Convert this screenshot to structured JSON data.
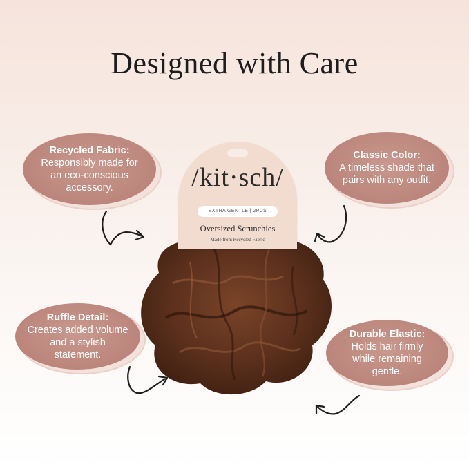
{
  "headline": "Designed with Care",
  "callouts": {
    "recycled": {
      "title": "Recycled Fabric:",
      "lines": [
        "Responsibly made for",
        "an eco-conscious",
        "accessory."
      ]
    },
    "color": {
      "title": "Classic Color:",
      "lines": [
        "A timeless shade that",
        "pairs with any outfit."
      ]
    },
    "ruffle": {
      "title": "Ruffle Detail:",
      "lines": [
        "Creates added volume",
        "and a stylish",
        "statement."
      ]
    },
    "elastic": {
      "title": "Durable Elastic:",
      "lines": [
        "Holds hair firmly",
        "while remaining",
        "gentle."
      ]
    }
  },
  "card": {
    "brand": "/kit·sch/",
    "tag": "EXTRA GENTLE | 2PCS",
    "product": "Oversized Scrunchies",
    "subtitle": "Made from Recycled Fabric"
  },
  "colors": {
    "bubble": "#bb857b",
    "card": "#f2dcd0",
    "scrunchie": "#5a2f1c"
  }
}
